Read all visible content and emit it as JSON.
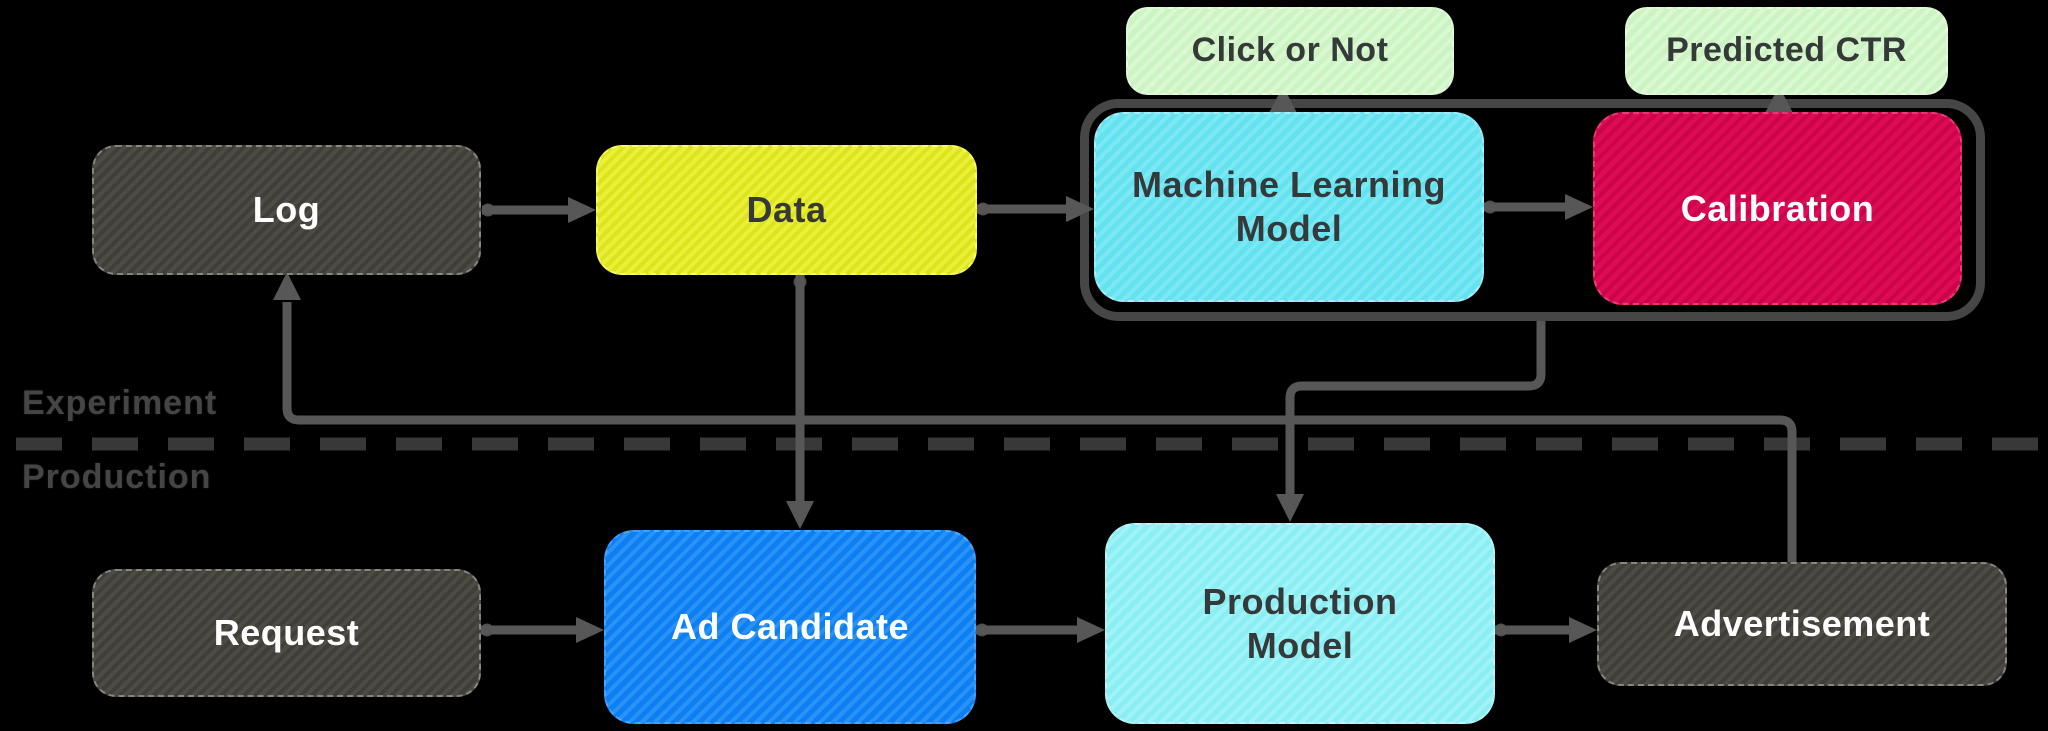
{
  "sections": {
    "experiment": "Experiment",
    "production": "Production"
  },
  "nodes": {
    "log": "Log",
    "data": "Data",
    "click_or_not": "Click or Not",
    "predicted_ctr": "Predicted CTR",
    "ml_model": "Machine Learning Model",
    "calibration": "Calibration",
    "request": "Request",
    "ad_candidate": "Ad Candidate",
    "production_model": "Production Model",
    "advertisement": "Advertisement"
  },
  "colors": {
    "background": "#000000",
    "node-dark": "#403e39",
    "node-dark-stripe": "#4d4b44",
    "node-yellow": "#dde31c",
    "node-yellow-stripe": "#eaef38",
    "node-green": "#ccf4c2",
    "node-green-stripe": "#daf8d1",
    "node-cyan": "#65e2f0",
    "node-cyan-stripe": "#7ce8f4",
    "node-lightcyan": "#8beef3",
    "node-lightcyan-stripe": "#a0f3f7",
    "node-pink": "#df0a55",
    "node-pink-stripe": "#c90448",
    "node-blue": "#0c80f3",
    "node-blue-stripe": "#2a91f6",
    "text-dark": "#35393a",
    "text-light": "#fefefe",
    "connector": "#575757",
    "connector-dot": "#4e4e4e",
    "group-border": "#464646",
    "dash-line": "#383838",
    "section-label": "#454545"
  }
}
